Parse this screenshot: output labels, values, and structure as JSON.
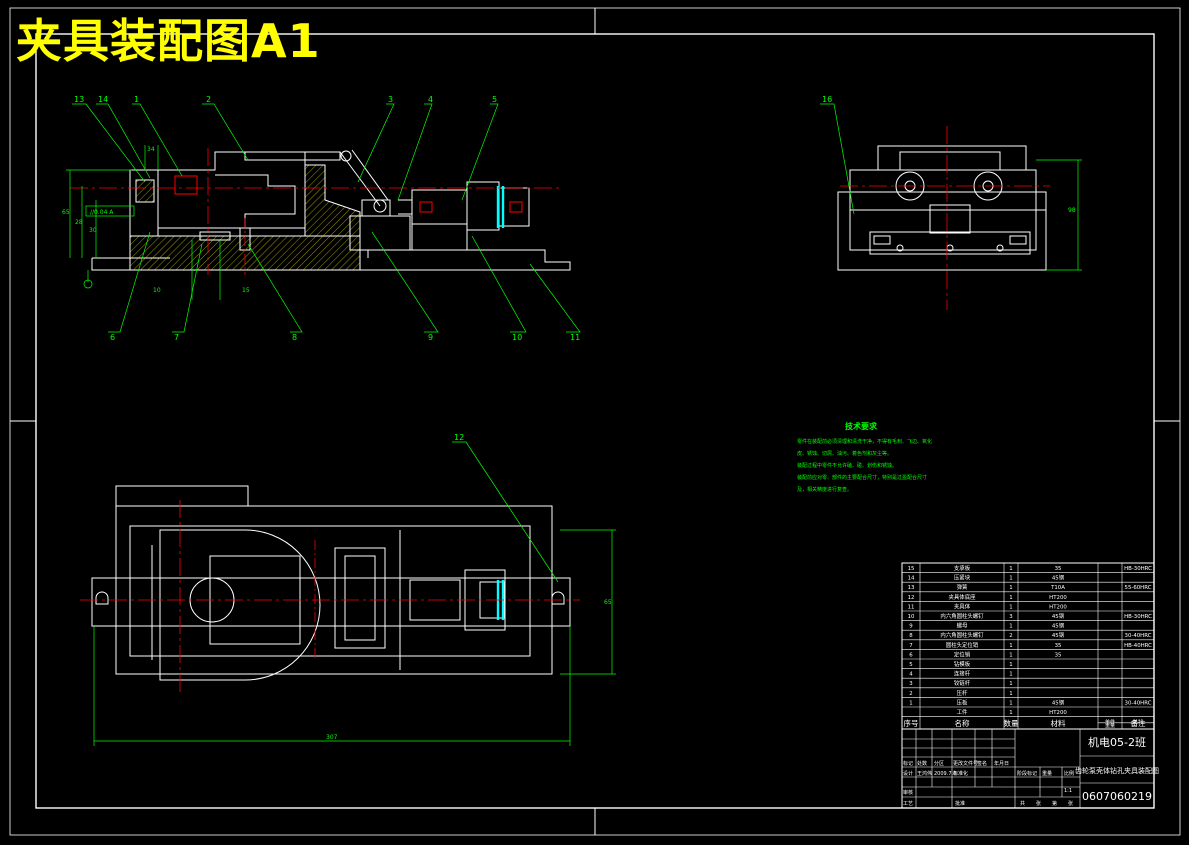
{
  "title": "夹具装配图A1",
  "colors": {
    "background": "#000000",
    "outline": "#ffffff",
    "leader": "#00ff00",
    "centerline": "#ff0000",
    "hatch": "#ffff00",
    "accent": "#00ffff",
    "title_text": "#ffff00"
  },
  "callouts": {
    "c1": "1",
    "c2": "2",
    "c3": "3",
    "c4": "4",
    "c5": "5",
    "c6": "6",
    "c7": "7",
    "c8": "8",
    "c9": "9",
    "c10": "10",
    "c11": "11",
    "c12": "12",
    "c13": "13",
    "c14": "14",
    "c16": "16"
  },
  "dimensions": {
    "d1": "34",
    "d2": "65",
    "d3": "28",
    "d4": "30",
    "d5": "10",
    "d6": "15",
    "d7": "98",
    "d8": "65",
    "d9": "307",
    "tolerance": "//0.04 A"
  },
  "tech_req": {
    "heading": "技术要求",
    "lines": [
      "零件在装配前必须清理和清洗干净，不得有毛刺、飞边、氧化",
      "皮、锈蚀、切屑、油污、着色剂和灰尘等。",
      "装配过程中零件不允许磕、碰、划伤和锈蚀。",
      "装配前应对零、部件的主要配合尺寸，特别是过盈配合尺寸",
      "及，相关精度进行复查。"
    ]
  },
  "bom": {
    "headers": [
      "序号",
      "名称",
      "数量",
      "材料",
      "备注"
    ],
    "rows": [
      {
        "no": "15",
        "name": "支承板",
        "qty": "1",
        "mat": "35",
        "note": "HB-30HRC"
      },
      {
        "no": "14",
        "name": "压紧块",
        "qty": "1",
        "mat": "45钢",
        "note": ""
      },
      {
        "no": "13",
        "name": "弹簧",
        "qty": "1",
        "mat": "T10A",
        "note": "55-60HRC"
      },
      {
        "no": "12",
        "name": "夹具体底座",
        "qty": "1",
        "mat": "HT200",
        "note": ""
      },
      {
        "no": "11",
        "name": "夹具体",
        "qty": "1",
        "mat": "HT200",
        "note": ""
      },
      {
        "no": "10",
        "name": "内六角圆柱头螺钉",
        "qty": "3",
        "mat": "45钢",
        "note": "HB-30HRC"
      },
      {
        "no": "9",
        "name": "螺母",
        "qty": "1",
        "mat": "45钢",
        "note": ""
      },
      {
        "no": "8",
        "name": "内六角圆柱头螺钉",
        "qty": "2",
        "mat": "45钢",
        "note": "30-40HRC"
      },
      {
        "no": "7",
        "name": "圆柱头定位销",
        "qty": "1",
        "mat": "35",
        "note": "HB-40HRC"
      },
      {
        "no": "6",
        "name": "定位销",
        "qty": "1",
        "mat": "35",
        "note": ""
      },
      {
        "no": "5",
        "name": "钻模板",
        "qty": "1",
        "mat": "",
        "note": ""
      },
      {
        "no": "4",
        "name": "连接杆",
        "qty": "1",
        "mat": "",
        "note": ""
      },
      {
        "no": "3",
        "name": "铰链杆",
        "qty": "1",
        "mat": "",
        "note": ""
      },
      {
        "no": "2",
        "name": "压杆",
        "qty": "1",
        "mat": "",
        "note": ""
      },
      {
        "no": "1",
        "name": "压板",
        "qty": "1",
        "mat": "45钢",
        "note": "30-40HRC"
      },
      {
        "no": "",
        "name": "工件",
        "qty": "1",
        "mat": "HT200",
        "note": ""
      }
    ],
    "mini": [
      "单件",
      "总计",
      "重量"
    ]
  },
  "title_block": {
    "school": "机电05-2班",
    "drawing_name": "齿轮泵壳体钻孔夹具装配图",
    "drawing_no": "0607060219",
    "scale": "1:1",
    "rev_labels": [
      "标记",
      "处数",
      "分区",
      "更改文件号",
      "签名",
      "年月日"
    ],
    "design_row": [
      "设计",
      "王鸿伟",
      "2009.7.8",
      "标准化"
    ],
    "stage_labels": [
      "阶段标记",
      "重量",
      "比例"
    ],
    "review": [
      "审核",
      "批准"
    ],
    "process": [
      "工艺"
    ],
    "sheet_labels": [
      "共",
      "张",
      "第",
      "张"
    ]
  }
}
